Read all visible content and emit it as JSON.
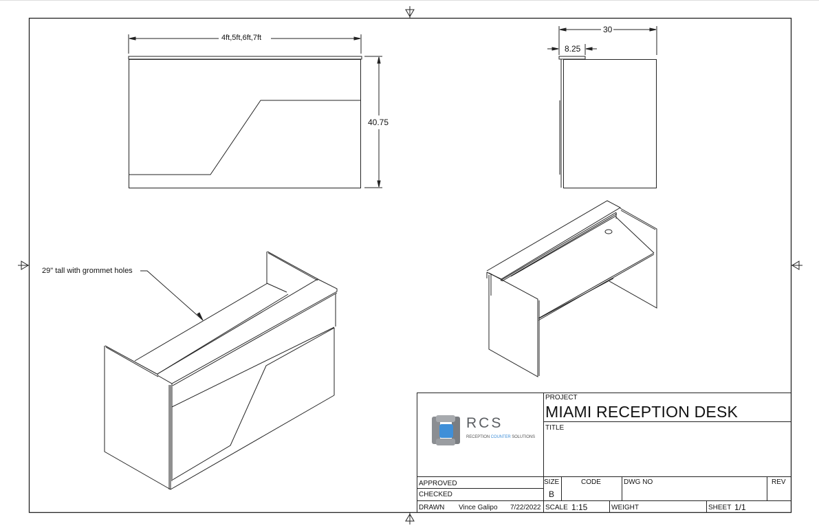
{
  "drawing": {
    "front_view": {
      "width_dim": "4ft,5ft,6ft,7ft",
      "height_dim": "40.75"
    },
    "side_view": {
      "depth_dim": "30",
      "top_overhang_dim": "8.25"
    },
    "iso_front": {
      "callout": "29\" tall with grommet holes"
    },
    "iso_back": {
      "feature": "grommet-hole"
    }
  },
  "title_block": {
    "logo": {
      "brand": "RCS",
      "tagline_pre": "RECEPTION ",
      "tagline_hl": "COUNTER",
      "tagline_post": " SOLUTIONS",
      "accent": "#3f8fd8"
    },
    "project_label": "PROJECT",
    "project_value": "MIAMI RECEPTION DESK",
    "title_label": "TITLE",
    "title_value": "",
    "approved_label": "APPROVED",
    "checked_label": "CHECKED",
    "drawn_label": "DRAWN",
    "drawn_by": "Vince Galipo",
    "drawn_date": "7/22/2022",
    "size_label": "SIZE",
    "size_value": "B",
    "code_label": "CODE",
    "dwg_no_label": "DWG NO",
    "rev_label": "REV",
    "scale_label": "SCALE",
    "scale_value": "1:15",
    "weight_label": "WEIGHT",
    "sheet_label": "SHEET",
    "sheet_value": "1/1"
  },
  "colors": {
    "line": "#222222",
    "background": "#ffffff"
  }
}
